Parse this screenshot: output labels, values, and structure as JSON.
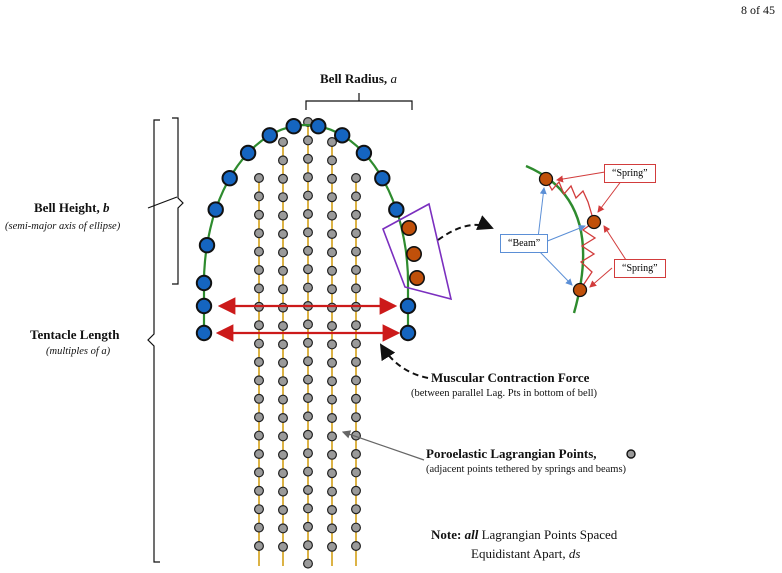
{
  "page": {
    "number": "8 of 45"
  },
  "labels": {
    "bell_radius": "Bell Radius,",
    "bell_radius_sym": "a",
    "bell_height": "Bell Height,",
    "bell_height_sym": "b",
    "bell_height_sub": "(semi-major axis of ellipse)",
    "tentacle_length": "Tentacle Length",
    "tentacle_length_sub": "(multiples of a)",
    "muscular_force": "Muscular Contraction Force",
    "muscular_force_sub": "(between parallel Lag. Pts in bottom of bell)",
    "poroelastic_points": "Poroelastic Lagrangian Points,",
    "poroelastic_points_sub": "(adjacent points tethered by springs and beams)",
    "note_prefix": "Note:",
    "note_all": "all",
    "note_text": "Lagrangian Points Spaced",
    "note_line2": "Equidistant Apart,",
    "note_sym": "ds"
  },
  "inset": {
    "spring_top": "“Spring”",
    "beam": "“Beam”",
    "spring_bottom": "“Spring”"
  },
  "colors": {
    "bell_point": "#1565c0",
    "bell_curve": "#2e8b2e",
    "highlight_point": "#c0500a",
    "poro_point": "#9a9a9a",
    "tentacle_line": "#d4a017",
    "force_arrow": "#cc1a1a",
    "frame": "#7b2fbf",
    "spring": "#d23c3c",
    "beam_arrow": "#5b8fd6"
  }
}
